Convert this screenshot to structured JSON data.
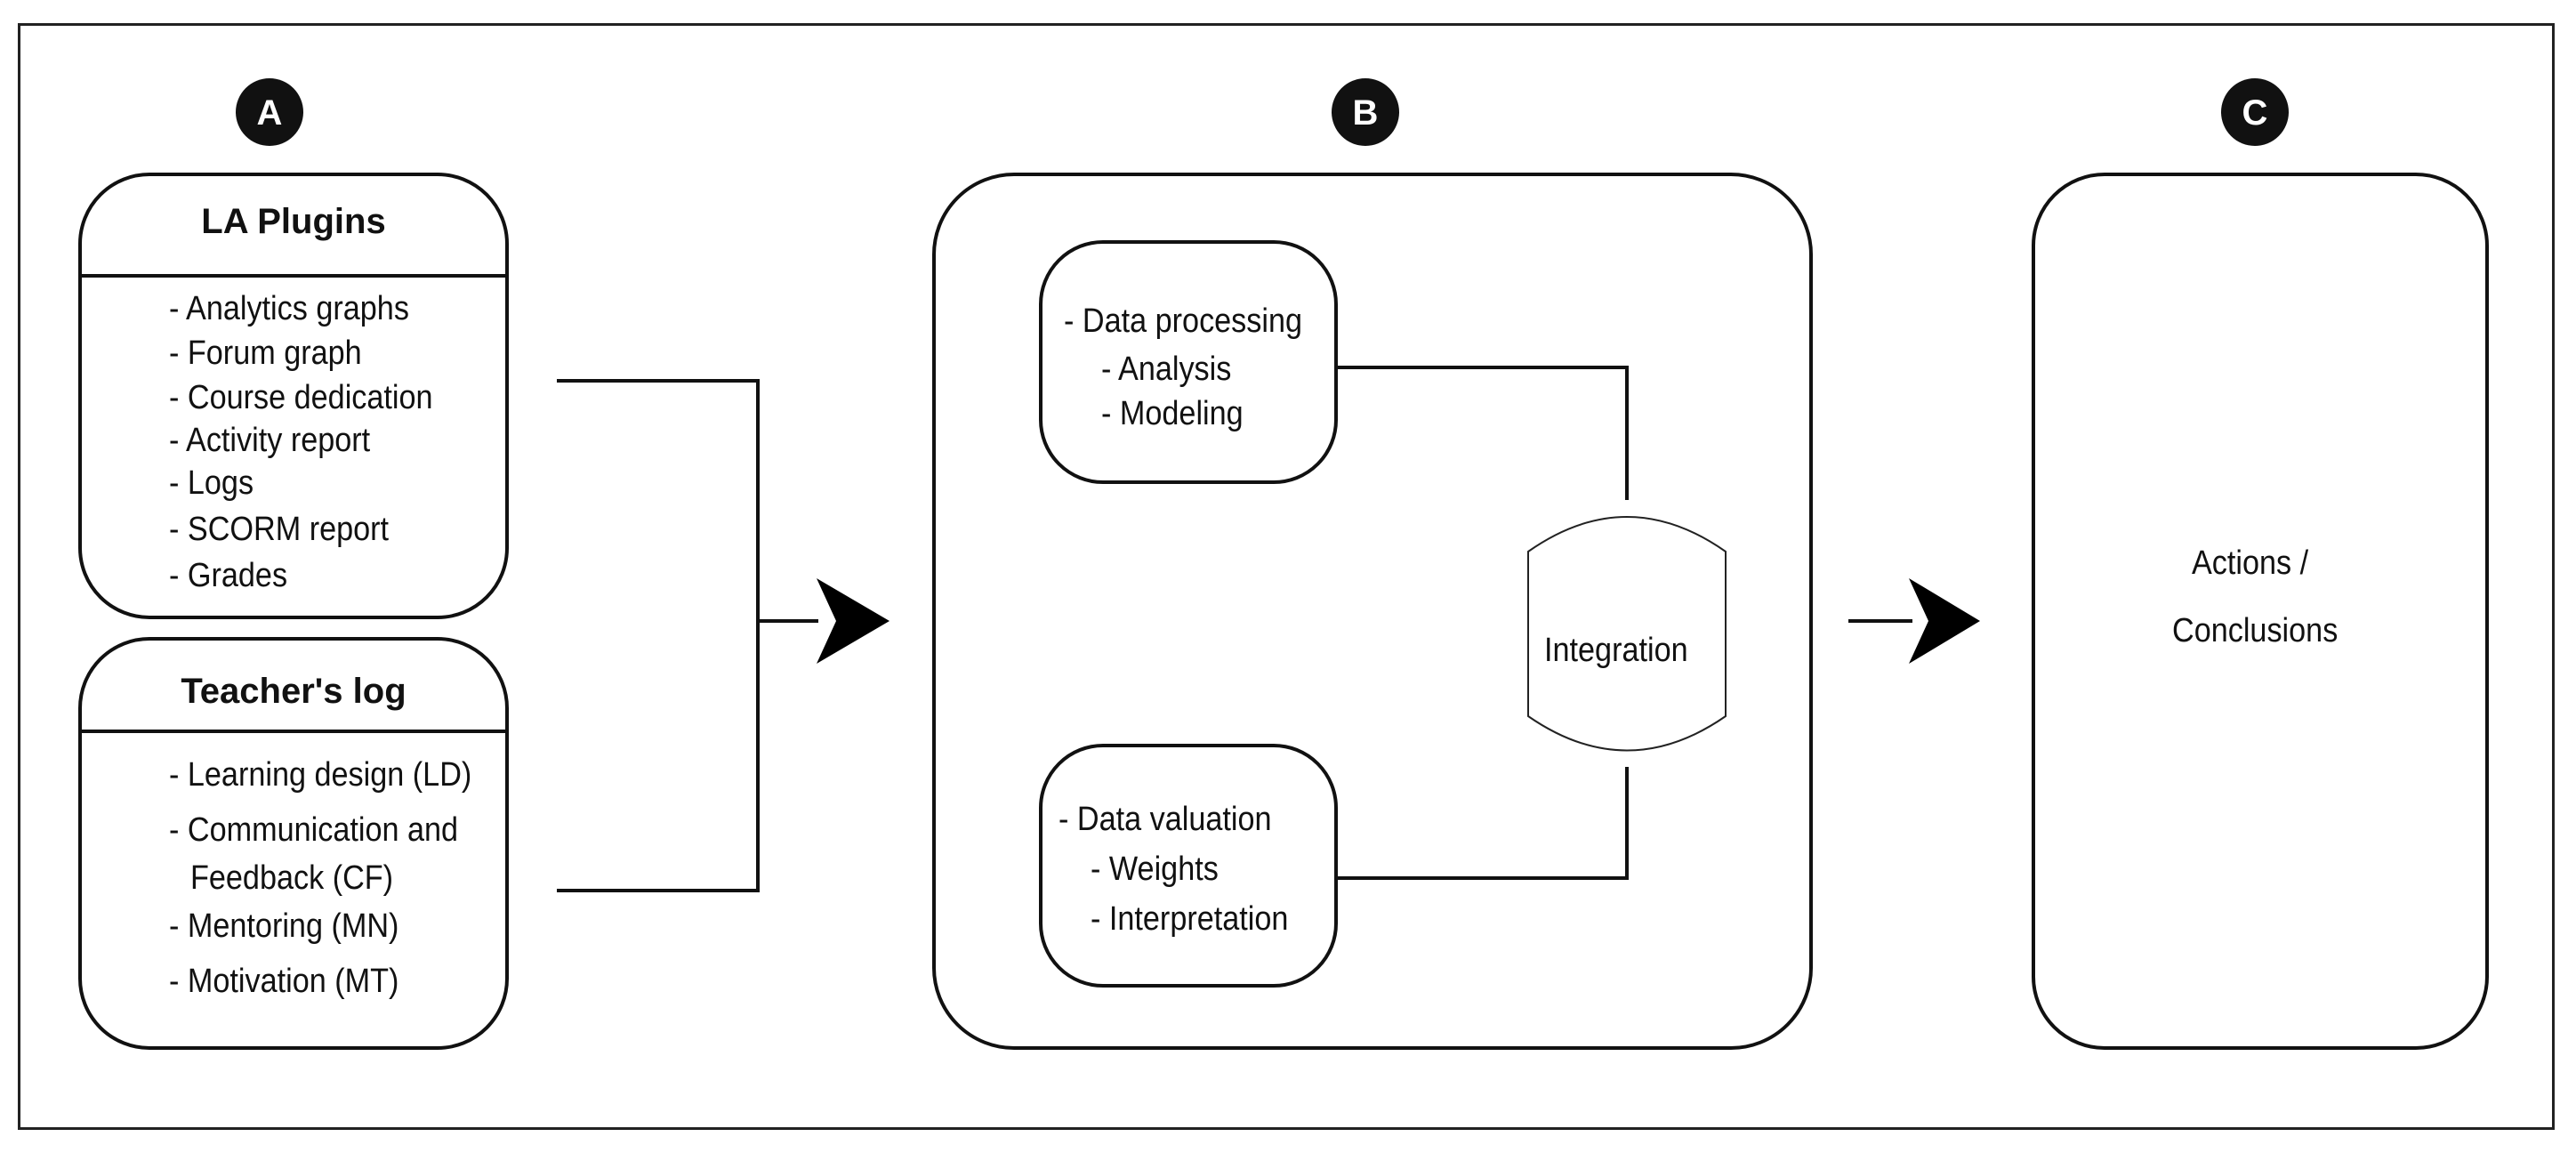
{
  "sections": {
    "a": {
      "badge": "A"
    },
    "b": {
      "badge": "B"
    },
    "c": {
      "badge": "C"
    }
  },
  "la_plugins": {
    "title": "LA Plugins",
    "items": [
      "- Analytics graphs",
      "- Forum graph",
      "- Course dedication",
      "- Activity report",
      "- Logs",
      "- SCORM report",
      "- Grades"
    ]
  },
  "teachers_log": {
    "title": "Teacher's log",
    "items": [
      "- Learning design (LD)",
      "- Communication and",
      "Feedback  (CF)",
      "- Mentoring (MN)",
      "- Motivation (MT)"
    ]
  },
  "data_processing": {
    "lines": [
      "- Data processing",
      "- Analysis",
      "- Modeling"
    ]
  },
  "data_valuation": {
    "lines": [
      "- Data valuation",
      "- Weights",
      "- Interpretation"
    ]
  },
  "integration": {
    "label": "Integration"
  },
  "conclusions": {
    "line1": "Actions  /",
    "line2": "Conclusions"
  }
}
